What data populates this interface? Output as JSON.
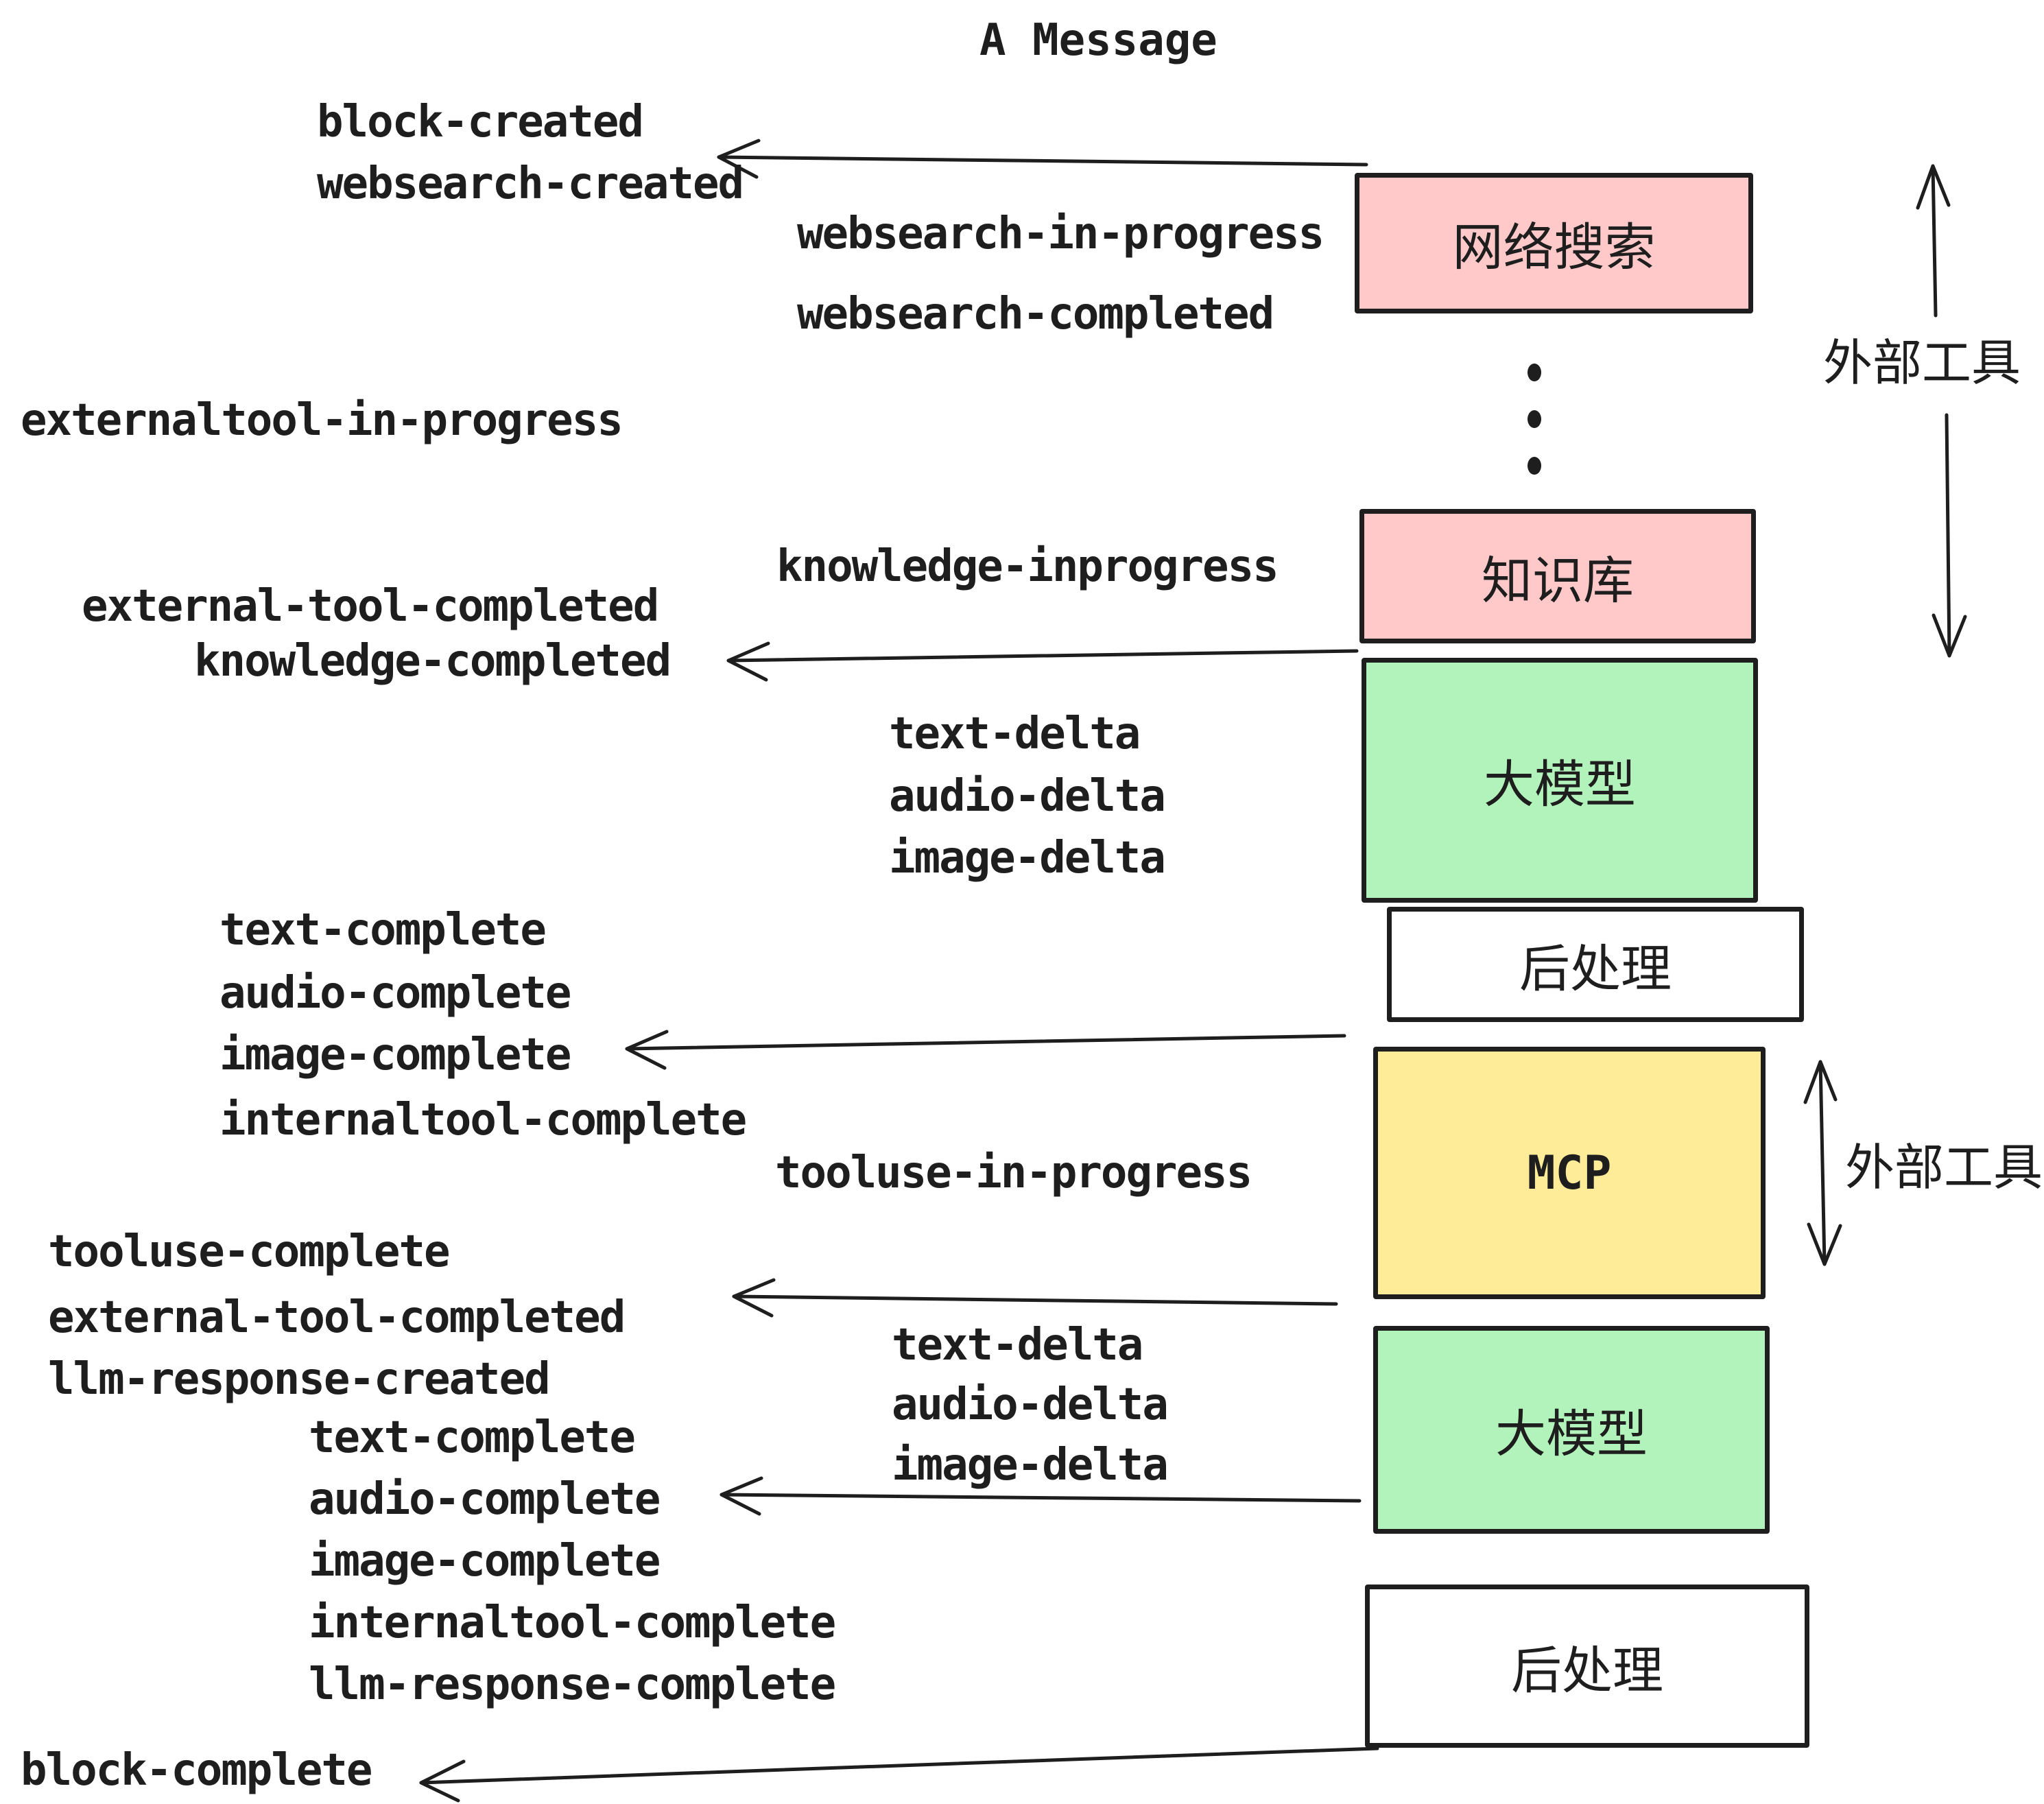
{
  "title": "A Message",
  "colors": {
    "background": "#ffffff",
    "stroke": "#1e1e1e",
    "box_pink": "#ffc9c9",
    "box_green": "#b2f2bb",
    "box_yellow": "#ffec99",
    "box_white": "#ffffff"
  },
  "boxes": [
    {
      "label": "网络搜索"
    },
    {
      "label": "知识库"
    },
    {
      "label": "大模型"
    },
    {
      "label": "后处理"
    },
    {
      "label": "MCP"
    },
    {
      "label": "大模型"
    },
    {
      "label": "后处理"
    }
  ],
  "side_labels": {
    "top": "外部工具",
    "bottom": "外部工具"
  },
  "events": [
    "block-created",
    "websearch-created",
    "websearch-in-progress",
    "websearch-completed",
    "externaltool-in-progress",
    "knowledge-inprogress",
    "external-tool-completed",
    "knowledge-completed",
    "text-delta",
    "audio-delta",
    "image-delta",
    "text-complete",
    "audio-complete",
    "image-complete",
    "internaltool-complete",
    "tooluse-in-progress",
    "tooluse-complete",
    "external-tool-completed",
    "llm-response-created",
    "text-complete",
    "audio-complete",
    "image-complete",
    "internaltool-complete",
    "llm-response-complete",
    "text-delta",
    "audio-delta",
    "image-delta",
    "block-complete"
  ]
}
